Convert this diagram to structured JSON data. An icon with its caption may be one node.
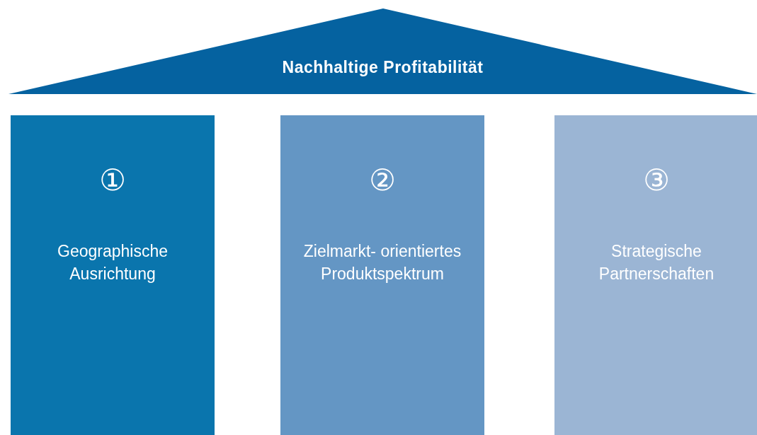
{
  "diagram": {
    "nodes": [
      {
        "text": [
          "Nachhaltige Profitabilität"
        ]
      },
      {
        "text": [
          "①",
          "Geographische Ausrichtung"
        ]
      },
      {
        "text": [
          "②",
          "Zielmarkt- orientiertes Produktspektrum"
        ]
      },
      {
        "text": [
          "③",
          "Strategische Partnerschaften"
        ]
      }
    ]
  }
}
